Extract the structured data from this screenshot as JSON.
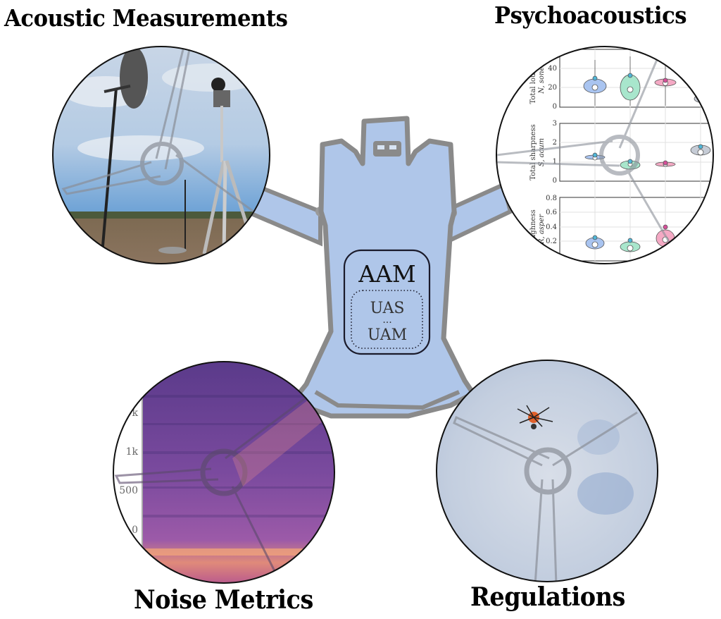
{
  "titles": {
    "acoustic_measurements": "Acoustic Measurements",
    "psychoacoustics": "Psychoacoustics",
    "noise_metrics": "Noise Metrics",
    "regulations": "Regulations"
  },
  "center": {
    "primary": "AAM",
    "secondary_top": "UAS",
    "separator": "...",
    "secondary_bottom": "UAM"
  },
  "colors": {
    "drone_fill": "#afc6e9",
    "drone_outline": "#8a8a8a",
    "circle_border": "#111111",
    "violin_blue": "#a9c4f0",
    "violin_green": "#a8e6cc",
    "violin_pink": "#f4a9c4",
    "violin_gray": "#c6ccd6"
  },
  "psychoacoustics_panel": {
    "plots": [
      {
        "ylabel_line1": "Total loudness",
        "ylabel_line2": "N, sones",
        "ticks": [
          "0",
          "20",
          "40"
        ]
      },
      {
        "ylabel_line1": "Total sharpness",
        "ylabel_line2": "S, acum",
        "ticks": [
          "0",
          "1",
          "2",
          "3"
        ]
      },
      {
        "ylabel_line1": "Roughness",
        "ylabel_line2": "R, asper",
        "ticks": [
          "0.2",
          "0.4",
          "0.6",
          "0.8"
        ]
      }
    ]
  },
  "noise_panel": {
    "freq_ticks": [
      "k",
      "1k",
      "500",
      "0"
    ]
  }
}
